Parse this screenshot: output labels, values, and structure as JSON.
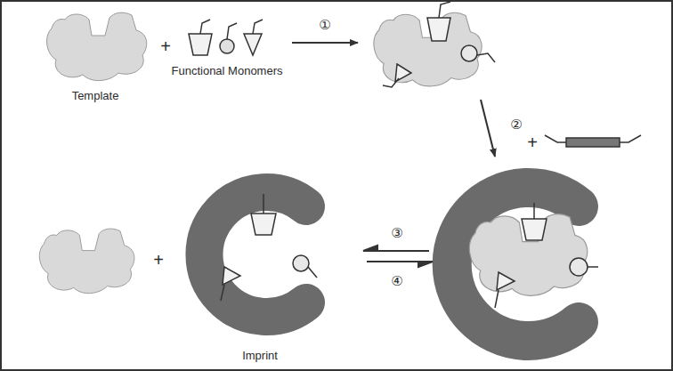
{
  "diagram": {
    "labels": [
      "Template",
      "+",
      "Functional Monomers",
      "①",
      "②",
      "+",
      "+",
      "③",
      "④",
      "Imprint"
    ]
  }
}
